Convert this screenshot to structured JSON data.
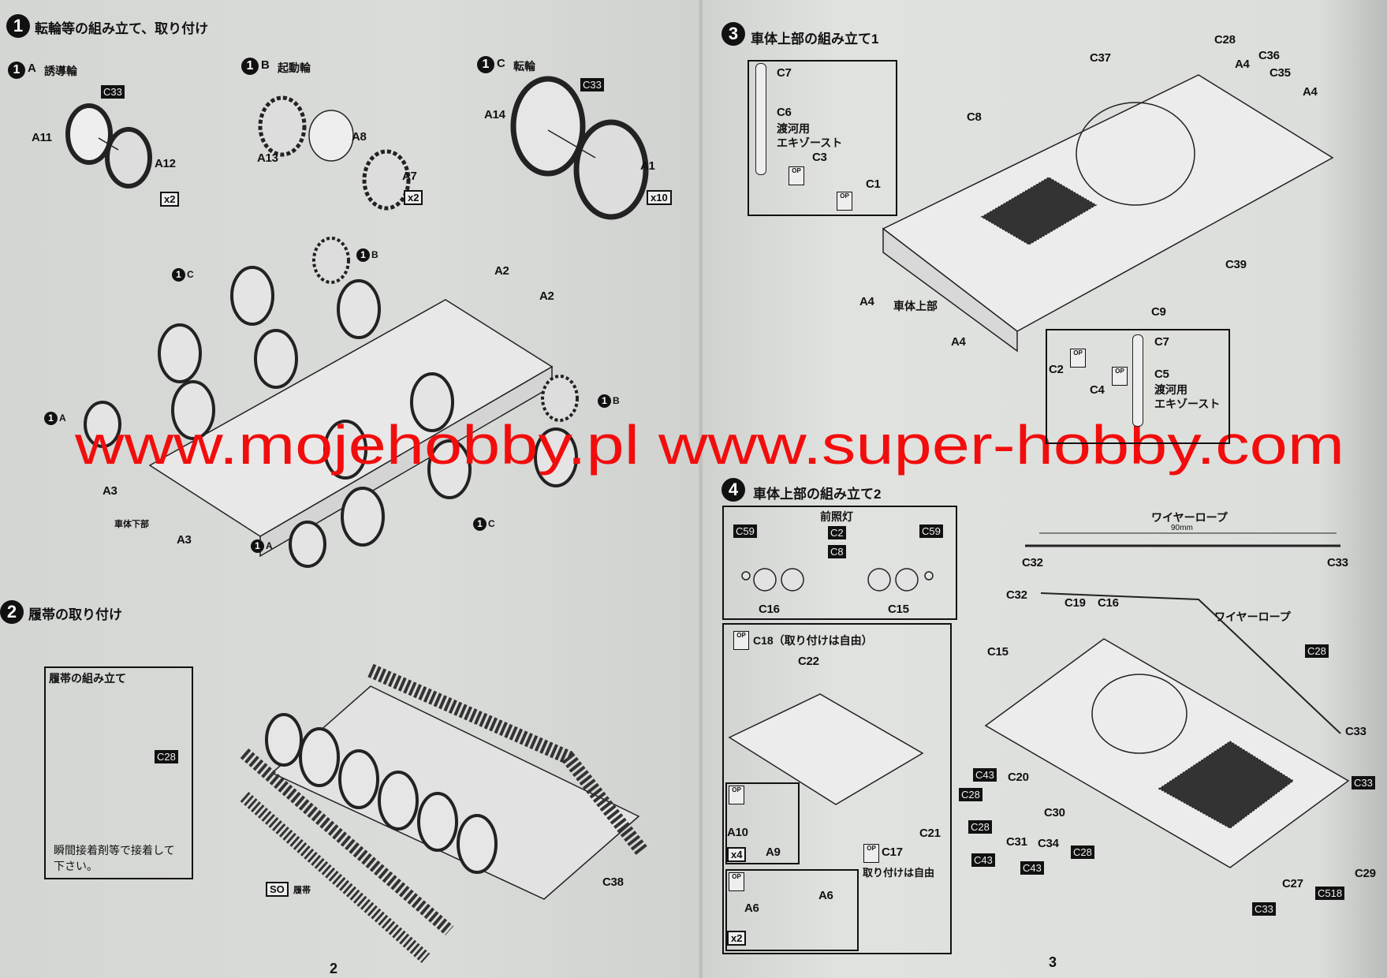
{
  "watermark": "www.mojehobby.pl www.super-hobby.com",
  "page_numbers": {
    "left": "2",
    "right": "3"
  },
  "op_icon": "OP",
  "step1": {
    "num": "1",
    "title": "転輪等の組み立て、取り付け",
    "sub_a": {
      "num": "1",
      "letter": "A",
      "title": "誘導輪",
      "parts": [
        "C33",
        "A11",
        "A12"
      ],
      "qty": "x2"
    },
    "sub_b": {
      "num": "1",
      "letter": "B",
      "title": "起動輪",
      "parts": [
        "A13",
        "A8",
        "A7"
      ],
      "qty": "x2"
    },
    "sub_c": {
      "num": "1",
      "letter": "C",
      "title": "転輪",
      "parts": [
        "A14",
        "C33",
        "A1"
      ],
      "qty": "x10"
    },
    "assembly": {
      "ref_b": "B",
      "ref_c": "C",
      "ref_a": "A",
      "a2": "A2",
      "a3": "A3",
      "lower_hull": "車体下部"
    }
  },
  "step2": {
    "num": "2",
    "title": "履帯の取り付け",
    "inset_title": "履帯の組み立て",
    "inset_part": "C28",
    "inset_note_1": "瞬間接着剤等で接着して",
    "inset_note_2": "下さい。",
    "track_code": "SO",
    "track_label": "履帯",
    "c38": "C38"
  },
  "step3": {
    "num": "3",
    "title": "車体上部の組み立て1",
    "inset1": {
      "c7": "C7",
      "c6": "C6",
      "note_1": "渡河用",
      "note_2": "エキゾースト",
      "c3": "C3",
      "c1": "C1"
    },
    "parts": {
      "c8": "C8",
      "c37": "C37",
      "c28": "C28",
      "a4": "A4",
      "c36": "C36",
      "c35": "C35",
      "c39": "C39",
      "c9": "C9",
      "upper_hull": "車体上部"
    },
    "inset2": {
      "c2": "C2",
      "c4": "C4",
      "c7": "C7",
      "c5": "C5",
      "note_1": "渡河用",
      "note_2": "エキゾースト"
    }
  },
  "step4": {
    "num": "4",
    "title": "車体上部の組み立て2",
    "headlight": {
      "title": "前照灯",
      "c59": "C59",
      "c2": "C2",
      "c8": "C8",
      "c16": "C16",
      "c15": "C15"
    },
    "wire": {
      "title": "ワイヤーロープ",
      "length": "90mm",
      "c32": "C32",
      "c33": "C33"
    },
    "inset": {
      "c18": "C18（取り付けは自由）",
      "c22": "C22",
      "a10": "A10",
      "a9": "A9",
      "x4": "x4",
      "a6": "A6",
      "x2": "x2",
      "c17": "C17",
      "c17_note": "取り付けは自由",
      "c21": "C21"
    },
    "parts": {
      "c32": "C32",
      "c19": "C19",
      "c16": "C16",
      "wire": "ワイヤーロープ",
      "c28": "C28",
      "c15": "C15",
      "c33": "C33",
      "c43": "C43",
      "c20": "C20",
      "c30": "C30",
      "c31": "C31",
      "c34": "C34",
      "c27": "C27",
      "c518": "C518",
      "c29": "C29"
    }
  }
}
